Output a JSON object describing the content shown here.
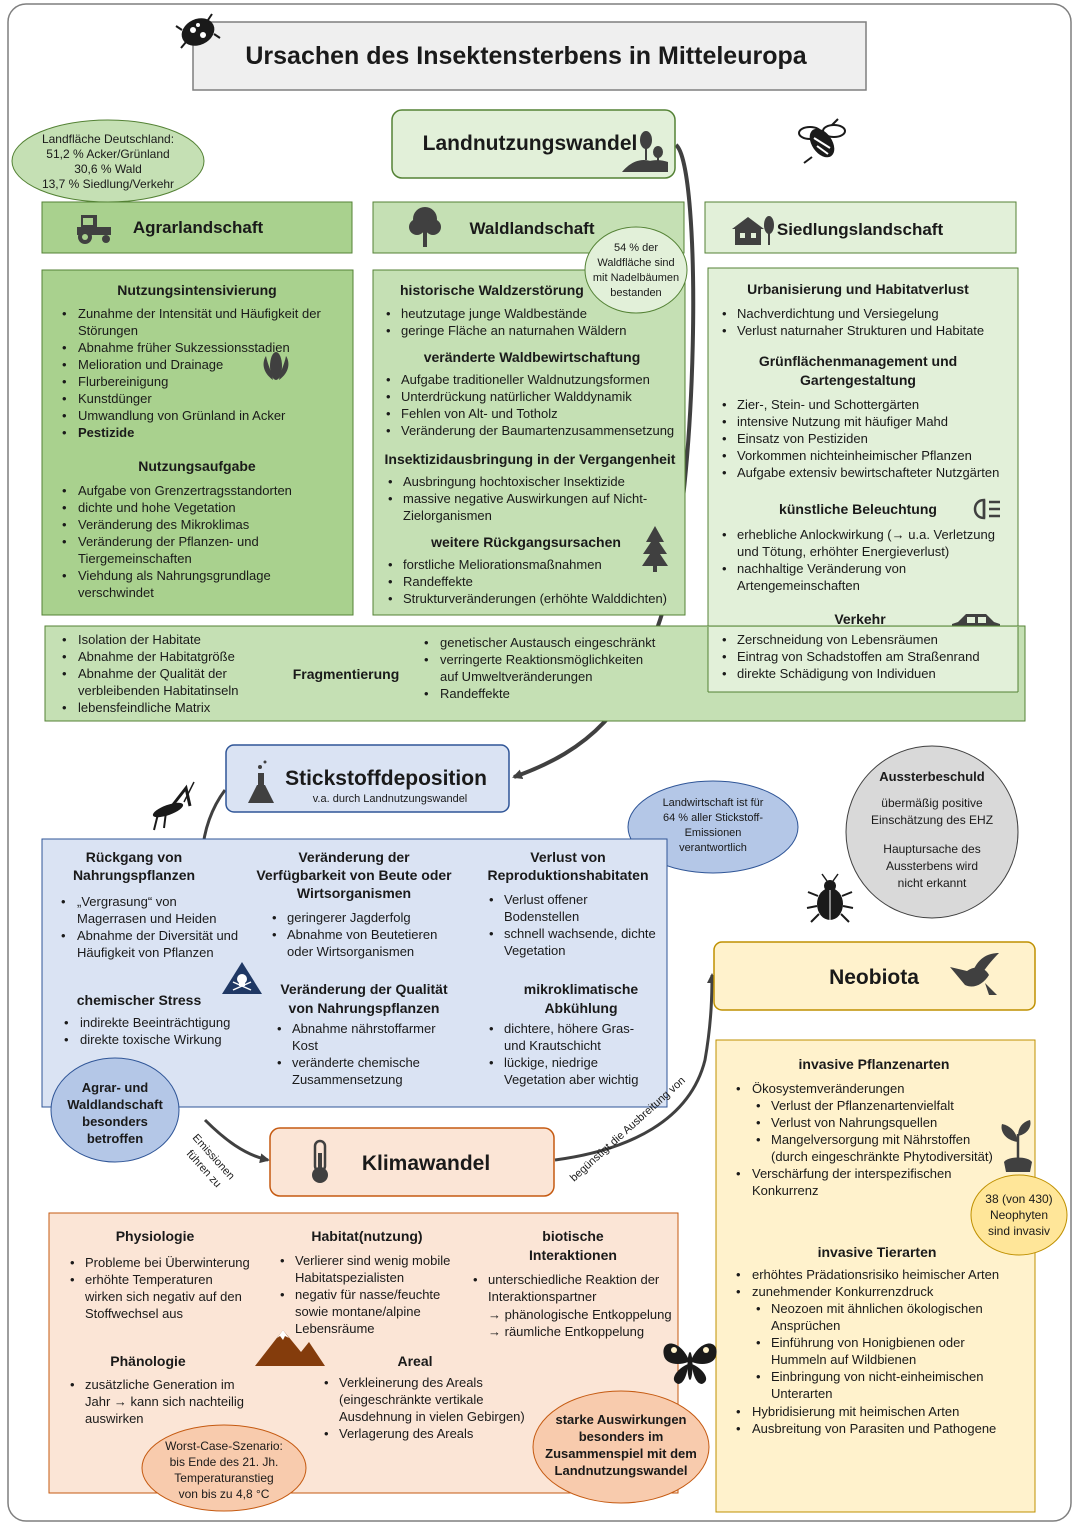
{
  "title": "Ursachen des Insektensterbens in Mitteleuropa",
  "landuse": {
    "title": "Landnutzungswandel",
    "area_note": [
      "Landfläche Deutschland:",
      "51,2 % Acker/Grünland",
      "30,6 % Wald",
      "13,7 % Siedlung/Verkehr"
    ],
    "forest_note": [
      "54 % der",
      "Waldfläche sind",
      "mit Nadelbäumen",
      "bestanden"
    ]
  },
  "agrar": {
    "title": "Agrarlandschaft",
    "sec1_head": "Nutzungsintensivierung",
    "sec1": [
      "Zunahme der Intensität und Häufigkeit der",
      "Störungen",
      "Abnahme früher Sukzessionsstadien",
      "Melioration und Drainage",
      "Flurbereinigung",
      "Kunstdünger",
      "Umwandlung von Grünland in Acker",
      "Pestizide"
    ],
    "sec2_head": "Nutzungsaufgabe",
    "sec2": [
      "Aufgabe von Grenzertragsstandorten",
      "dichte und hohe Vegetation",
      "Veränderung des Mikroklimas",
      "Veränderung der Pflanzen- und",
      "Tiergemeinschaften",
      "Viehdung als Nahrungsgrundlage",
      "verschwindet"
    ]
  },
  "wald": {
    "title": "Waldlandschaft",
    "sec1_head": "historische Waldzerstörung",
    "sec1": [
      "heutzutage junge Waldbestände",
      "geringe Fläche an naturnahen Wäldern"
    ],
    "sec2_head": "veränderte Waldbewirtschaftung",
    "sec2": [
      "Aufgabe traditioneller Waldnutzungsformen",
      "Unterdrückung natürlicher Walddynamik",
      "Fehlen von Alt- und Totholz",
      "Veränderung der Baumartenzusammensetzung"
    ],
    "sec3_head": "Insektizidausbringung in der Vergangenheit",
    "sec3": [
      "Ausbringung hochtoxischer Insektizide",
      "massive negative Auswirkungen auf Nicht-",
      "Zielorganismen"
    ],
    "sec4_head": "weitere Rückgangsursachen",
    "sec4": [
      "forstliche Meliorationsmaßnahmen",
      "Randeffekte",
      "Strukturveränderungen (erhöhte Walddichten)"
    ]
  },
  "siedlung": {
    "title": "Siedlungslandschaft",
    "sec1_head": "Urbanisierung und Habitatverlust",
    "sec1": [
      "Nachverdichtung und Versiegelung",
      "Verlust naturnaher Strukturen und Habitate"
    ],
    "sec2_head": [
      "Grünflächenmanagement und",
      "Gartengestaltung"
    ],
    "sec2": [
      "Zier-, Stein- und Schottergärten",
      "intensive Nutzung mit häufiger Mahd",
      "Einsatz von Pestiziden",
      "Vorkommen nichteinheimischer Pflanzen",
      "Aufgabe extensiv bewirtschafteter Nutzgärten"
    ],
    "sec3_head": "künstliche Beleuchtung",
    "sec3": [
      "erhebliche Anlockwirkung (→ u.a. Verletzung",
      "und Tötung, erhöhter Energieverlust)",
      "nachhaltige Veränderung von",
      "Artengemeinschaften"
    ],
    "sec4_head": "Verkehr",
    "sec4": [
      "Zerschneidung von Lebensräumen",
      "Eintrag von Schadstoffen am Straßenrand",
      "direkte Schädigung von Individuen"
    ]
  },
  "frag": {
    "title": "Fragmentierung",
    "left": [
      "Isolation der Habitate",
      "Abnahme der Habitatgröße",
      "Abnahme der Qualität der",
      "verbleibenden Habitatinseln",
      "lebensfeindliche Matrix"
    ],
    "right": [
      "genetischer Austausch eingeschränkt",
      "verringerte Reaktionsmöglichkeiten",
      "auf Umweltveränderungen",
      "Randeffekte"
    ]
  },
  "stick": {
    "title": "Stickstoffdeposition",
    "subtitle": "v.a. durch Landnutzungswandel",
    "note": [
      "Landwirtschaft ist für",
      "64 % aller Stickstoff-",
      "Emissionen",
      "verantwortlich"
    ],
    "c1_head": [
      "Rückgang von",
      "Nahrungspflanzen"
    ],
    "c1": [
      "„Vergrasung“ von",
      "Magerrasen und Heiden",
      "Abnahme der Diversität und",
      "Häufigkeit von Pflanzen"
    ],
    "c2_head": [
      "Veränderung der",
      "Verfügbarkeit von Beute oder",
      "Wirtsorganismen"
    ],
    "c2": [
      "geringerer Jagderfolg",
      "Abnahme von Beutetieren",
      "oder Wirtsorganismen"
    ],
    "c3_head": [
      "Verlust von",
      "Reproduktionshabitaten"
    ],
    "c3": [
      "Verlust offener",
      "Bodenstellen",
      "schnell wachsende, dichte",
      "Vegetation"
    ],
    "c4_head": "chemischer Stress",
    "c4": [
      "indirekte Beeinträchtigung",
      "direkte toxische Wirkung"
    ],
    "c5_head": [
      "Veränderung der Qualität",
      "von Nahrungspflanzen"
    ],
    "c5": [
      "Abnahme nährstoffarmer",
      "Kost",
      "veränderte chemische",
      "Zusammensetzung"
    ],
    "c6_head": [
      "mikroklimatische",
      "Abkühlung"
    ],
    "c6": [
      "dichtere, höhere Gras-",
      "und Krautschicht",
      "lückige, niedrige",
      "Vegetation aber wichtig"
    ],
    "affected": [
      "Agrar- und",
      "Waldlandschaft",
      "besonders",
      "betroffen"
    ]
  },
  "extinct": {
    "title": "Aussterbeschuld",
    "l1": [
      "übermäßig positive",
      "Einschätzung des EHZ"
    ],
    "l2": [
      "Hauptursache des",
      "Aussterbens wird",
      "nicht erkannt"
    ]
  },
  "klima": {
    "title": "Klimawandel",
    "arrow_left": [
      "Emissionen",
      "führen zu"
    ],
    "arrow_right": "begünstigt die Ausbreitung von",
    "phys_head": "Physiologie",
    "phys": [
      "Probleme bei Überwinterung",
      "erhöhte Temperaturen",
      "wirken sich negativ auf den",
      "Stoffwechsel aus"
    ],
    "hab_head": "Habitat(nutzung)",
    "hab": [
      "Verlierer sind wenig mobile",
      "Habitatspezialisten",
      "negativ für nasse/feuchte",
      "sowie montane/alpine",
      "Lebensräume"
    ],
    "bio_head": [
      "biotische",
      "Interaktionen"
    ],
    "bio": [
      "unterschiedliche Reaktion der",
      "Interaktionspartner",
      "→ phänologische Entkoppelung",
      "→ räumliche Entkoppelung"
    ],
    "phae_head": "Phänologie",
    "phae": [
      "zusätzliche Generation im",
      "Jahr → kann sich nachteilig",
      "auswirken"
    ],
    "area_head": "Areal",
    "area": [
      "Verkleinerung des Areals",
      "(eingeschränkte vertikale",
      "Ausdehnung in vielen Gebirgen)",
      "Verlagerung des Areals"
    ],
    "worst": [
      "Worst-Case-Szenario:",
      "bis Ende des 21. Jh.",
      "Temperaturanstieg",
      "von bis zu 4,8 °C"
    ],
    "strong": [
      "starke Auswirkungen",
      "besonders im",
      "Zusammenspiel mit dem",
      "Landnutzungswandel"
    ]
  },
  "neo": {
    "title": "Neobiota",
    "plant_head": "invasive Pflanzenarten",
    "plant": [
      "Ökosystemveränderungen",
      "Verlust der Pflanzenartenvielfalt",
      "Verlust von Nahrungsquellen",
      "Mangelversorgung mit Nährstoffen",
      "(durch eingeschränkte Phytodiversität)",
      "Verschärfung der interspezifischen",
      "Konkurrenz"
    ],
    "neophyt": [
      "38 (von 430)",
      "Neophyten",
      "sind invasiv"
    ],
    "animal_head": "invasive Tierarten",
    "animal": [
      "erhöhtes Prädationsrisiko heimischer Arten",
      "zunehmender Konkurrenzdruck",
      "Neozoen mit ähnlichen ökologischen",
      "Ansprüchen",
      "Einführung von Honigbienen oder",
      "Hummeln auf Wildbienen",
      "Einbringung von nicht-einheimischen",
      "Unterarten",
      "Hybridisierung mit heimischen Arten",
      "Ausbreitung von Parasiten und Pathogene"
    ]
  },
  "colors": {
    "green_dark": "#a9d18e",
    "green_mid": "#c5e0b4",
    "green_light": "#e2f0d9",
    "blue": "#dae3f3",
    "blue_bubble": "#b4c7e7",
    "orange": "#fbe5d6",
    "orange_bubble": "#f8cbad",
    "yellow": "#fff2cc",
    "yellow_bubble": "#ffe699",
    "grey": "#d9d9d9"
  }
}
